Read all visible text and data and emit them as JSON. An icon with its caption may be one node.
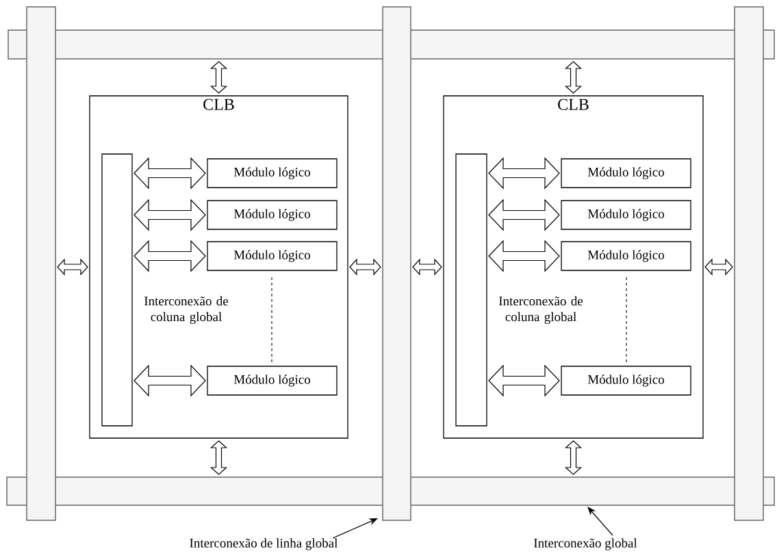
{
  "diagram": {
    "nodes": [
      {
        "text": [],
        "shape": "bar"
      },
      {
        "text": [],
        "shape": "bar"
      },
      {
        "text": [],
        "shape": "bar"
      },
      {
        "text": [],
        "shape": "bar"
      },
      {
        "text": [],
        "shape": "bar"
      },
      {
        "text": [
          "CLB"
        ]
      },
      {
        "text": [],
        "shape": "box",
        "in": 5,
        "beside": [
          "Interconexão de coluna global"
        ]
      },
      {
        "text": [
          "Módulo lógico"
        ],
        "in": 5
      },
      {
        "text": [
          "Módulo lógico"
        ],
        "in": 5
      },
      {
        "text": [
          "Módulo lógico"
        ],
        "in": 5
      },
      {
        "text": [
          "Módulo lógico"
        ],
        "in": 5
      },
      {
        "text": [
          "CLB"
        ]
      },
      {
        "text": [],
        "shape": "box",
        "in": 11,
        "beside": [
          "Interconexão de coluna global"
        ]
      },
      {
        "text": [
          "Módulo lógico"
        ],
        "in": 11
      },
      {
        "text": [
          "Módulo lógico"
        ],
        "in": 11
      },
      {
        "text": [
          "Módulo lógico"
        ],
        "in": 11
      },
      {
        "text": [
          "Módulo lógico"
        ],
        "in": 11
      },
      {
        "text": [
          "Interconexão de linha global"
        ]
      },
      {
        "text": [
          "Interconexão global"
        ]
      }
    ],
    "edges": [
      {
        "from": 0,
        "to": 5,
        "arrow": "both"
      },
      {
        "from": 2,
        "to": 5,
        "arrow": "both"
      },
      {
        "from": 6,
        "to": 7,
        "arrow": "both"
      },
      {
        "from": 6,
        "to": 8,
        "arrow": "both"
      },
      {
        "from": 6,
        "to": 9,
        "arrow": "both"
      },
      {
        "from": 6,
        "to": 10,
        "arrow": "both"
      },
      {
        "from": 5,
        "to": 3,
        "arrow": "both"
      },
      {
        "from": 5,
        "to": 1,
        "arrow": "both"
      },
      {
        "from": 0,
        "to": 11,
        "arrow": "both"
      },
      {
        "from": 3,
        "to": 11,
        "arrow": "both"
      },
      {
        "from": 12,
        "to": 13,
        "arrow": "both"
      },
      {
        "from": 12,
        "to": 14,
        "arrow": "both"
      },
      {
        "from": 12,
        "to": 15,
        "arrow": "both"
      },
      {
        "from": 12,
        "to": 16,
        "arrow": "both"
      },
      {
        "from": 11,
        "to": 4,
        "arrow": "both"
      },
      {
        "from": 11,
        "to": 1,
        "arrow": "both"
      },
      {
        "from": 17,
        "to": 3,
        "arrow": "to"
      },
      {
        "from": 18,
        "to": 1,
        "arrow": "to"
      }
    ]
  }
}
